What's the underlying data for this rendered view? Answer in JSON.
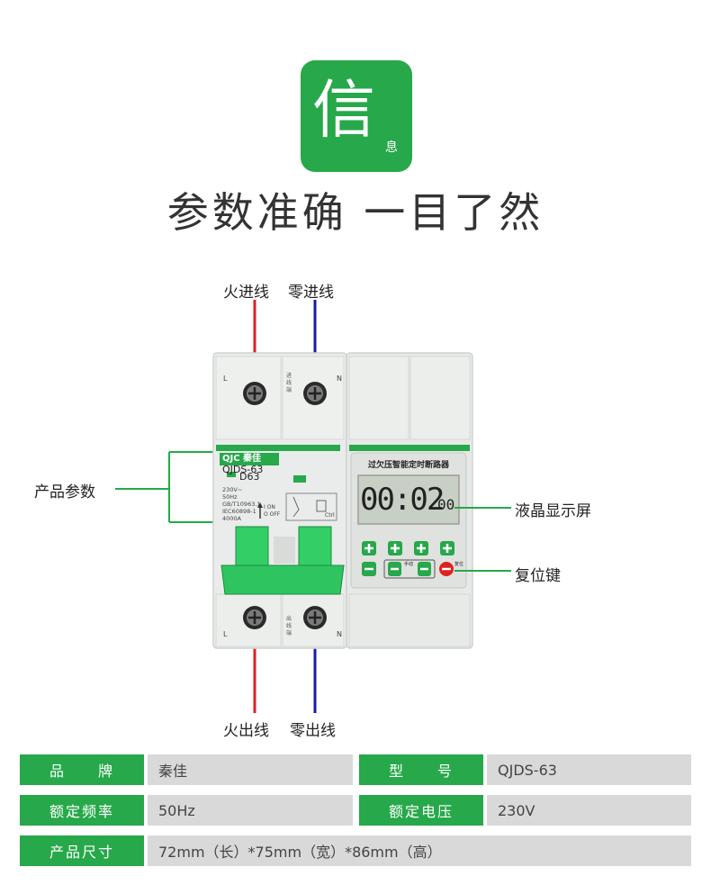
{
  "header": {
    "badge_main": "信",
    "badge_sub": "息",
    "headline": "参数准确 一目了然"
  },
  "device": {
    "brand_logo": "QJC",
    "brand_name": "秦佳",
    "model": "QJDS-63",
    "rating": "D63",
    "specs_small": [
      "230V~",
      "50Hz",
      "GB/T10963.1",
      "IEC60898-1",
      "4000A"
    ],
    "on_label": "I ON",
    "off_label": "O OFF",
    "terminal_l": "L",
    "terminal_n": "N",
    "inlet_label": "进线端",
    "outlet_label": "出线端",
    "ctrl_label": "Ctrl",
    "panel_title": "过欠压智能定时断路器",
    "lcd_time": "00:02",
    "lcd_sec": "00",
    "manual_label": "手动",
    "reset_label": "复位"
  },
  "labels": {
    "live_in": "火进线",
    "neutral_in": "零进线",
    "live_out": "火出线",
    "neutral_out": "零出线",
    "product_params": "产品参数",
    "lcd": "液晶显示屏",
    "reset_key": "复位键"
  },
  "colors": {
    "green": "#27a84a",
    "red": "#e02020",
    "blue": "#1a1aa8",
    "lcd": "#c8cfc4"
  },
  "specs": {
    "rows": [
      {
        "k1": "品　　牌",
        "v1": "秦佳",
        "k2": "型　　号",
        "v2": "QJDS-63"
      },
      {
        "k1": "额定频率",
        "v1": "50Hz",
        "k2": "额定电压",
        "v2": "230V"
      },
      {
        "k1": "产品尺寸",
        "v1": "72mm（长）*75mm（宽）*86mm（高）"
      }
    ]
  }
}
